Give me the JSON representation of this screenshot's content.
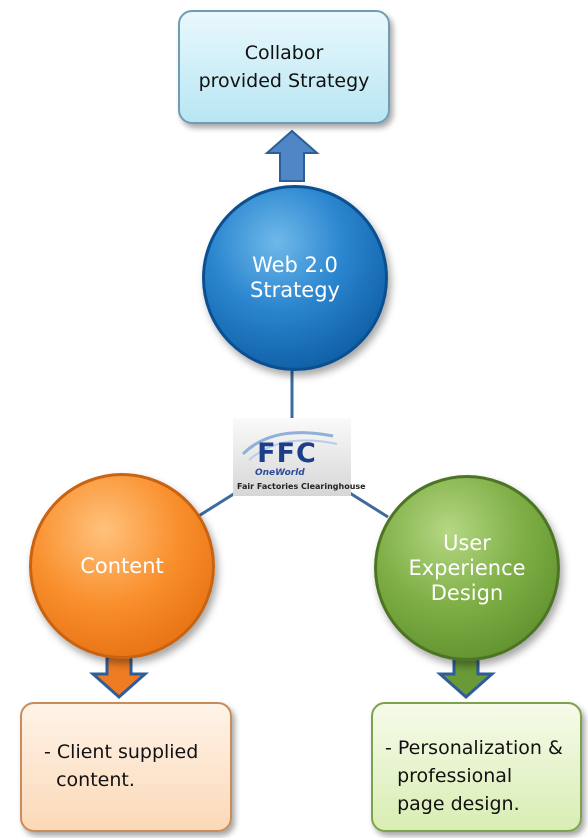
{
  "top_box": {
    "line1": "Collabor",
    "line2": "provided Strategy"
  },
  "center_circle": {
    "line1": "Web 2.0",
    "line2": "Strategy"
  },
  "left_circle": {
    "label": "Content"
  },
  "right_circle": {
    "line1": "User",
    "line2": "Experience",
    "line3": "Design"
  },
  "left_box": {
    "line1": "- Client supplied",
    "line2": "  content."
  },
  "right_box": {
    "line1": "- Personalization &",
    "line2": "  professional",
    "line3": "  page design."
  },
  "logo": {
    "mark": "FFC",
    "sub": "OneWorld",
    "caption": "Fair Factories Clearinghouse"
  },
  "colors": {
    "blue": "#1f77c6",
    "orange": "#f58a25",
    "green": "#6f9f3a",
    "connector": "#3e6a9e"
  }
}
